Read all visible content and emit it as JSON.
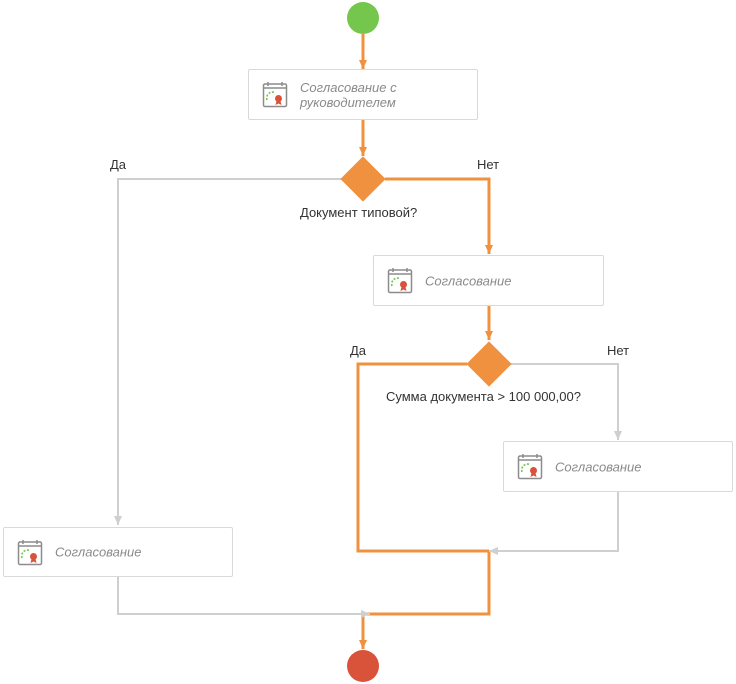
{
  "nodes": {
    "task_manager": {
      "label": "Согласование с руководителем"
    },
    "gateway_typical": {
      "question": "Документ типовой?",
      "yes": "Да",
      "no": "Нет"
    },
    "task_no_typical": {
      "label": "Согласование"
    },
    "gateway_sum": {
      "question": "Сумма документа > 100 000,00?",
      "yes": "Да",
      "no": "Нет"
    },
    "task_sum_no": {
      "label": "Согласование"
    },
    "task_typical_yes": {
      "label": "Согласование"
    }
  },
  "colors": {
    "active": "#f0913f",
    "inactive": "#cfcfcf",
    "start": "#74c74c",
    "end": "#d9523a"
  },
  "icons": {
    "task": "approval-task-icon"
  }
}
